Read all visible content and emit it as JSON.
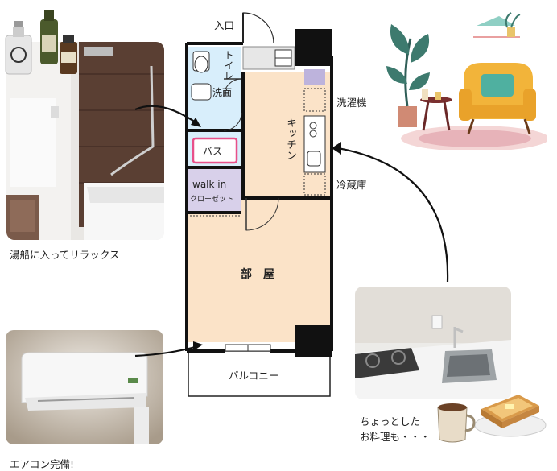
{
  "labels": {
    "entrance": "入口",
    "toilet_a": "トイレ",
    "toilet_b": "洗面",
    "washer": "洗濯機",
    "kitchen": "キッチン",
    "bath": "バス",
    "closet_a": "walk in",
    "closet_b": "クローゼット",
    "fridge": "冷蔵庫",
    "room": "部　屋",
    "balcony": "バルコニー"
  },
  "captions": {
    "bath_photo": "湯船に入ってリラックス",
    "aircon_photo": "エアコン完備!",
    "kitchen_photo_a": "ちょっとした",
    "kitchen_photo_b": "お料理も・・・"
  },
  "icons": [
    "shampoo-bottles-icon",
    "living-room-illustration",
    "coffee-mug-icon",
    "toast-icon",
    "arrow-icon"
  ],
  "colors": {
    "room_fill": "#fbe3c8",
    "wet_area_fill": "#d8eefb",
    "closet_fill": "#d8d0ea",
    "bath_accent": "#e8508a",
    "wall": "#111111",
    "washer_box": "#bdb3dc"
  }
}
